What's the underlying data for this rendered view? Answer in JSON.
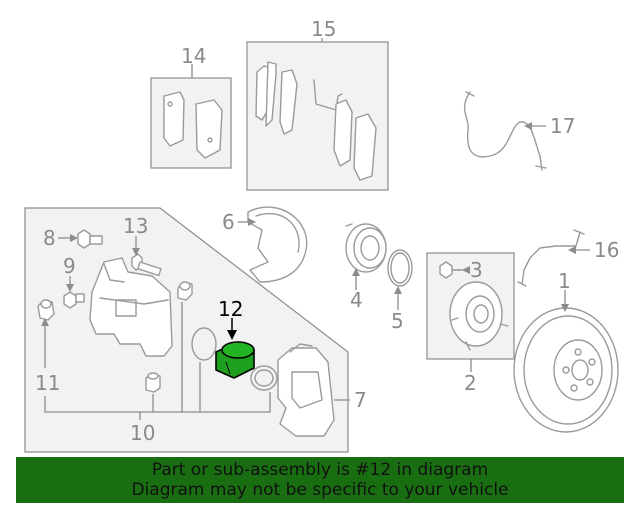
{
  "callouts": {
    "c1": "1",
    "c2": "2",
    "c3": "3",
    "c4": "4",
    "c5": "5",
    "c6": "6",
    "c7": "7",
    "c8": "8",
    "c9": "9",
    "c10": "10",
    "c11": "11",
    "c12": "12",
    "c13": "13",
    "c14": "14",
    "c15": "15",
    "c16": "16",
    "c17": "17"
  },
  "highlight": {
    "part_number": "12",
    "color": "#1ea01e"
  },
  "banner": {
    "line1": "Part or sub-assembly is #12 in diagram",
    "line2": "Diagram may not be specific to your vehicle",
    "color": "#1a6e12"
  }
}
